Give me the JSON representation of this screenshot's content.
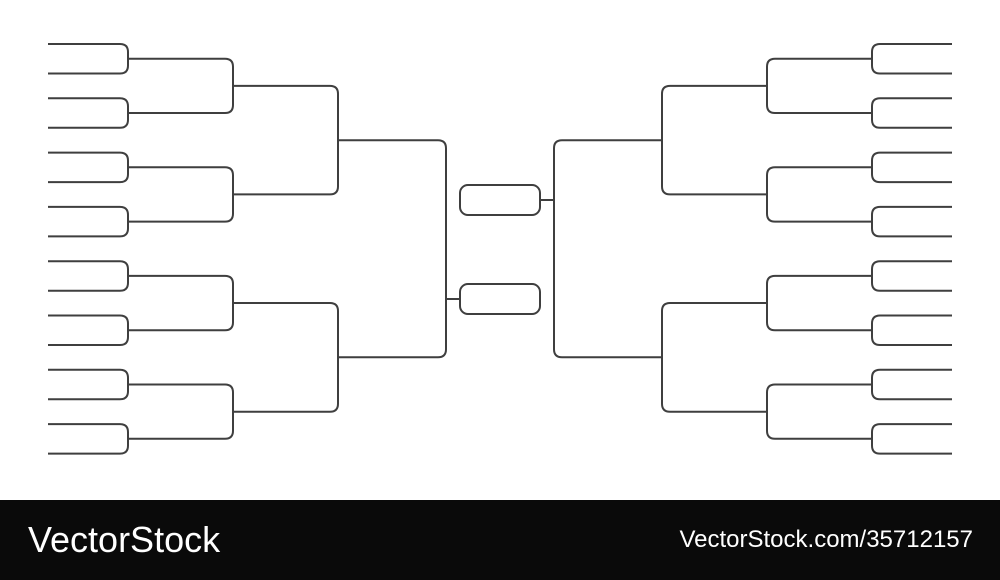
{
  "colors": {
    "background": "#ffffff",
    "bracket_stroke": "#3f3f3f",
    "bar_background": "#0a0a0a",
    "watermark_text": "#ffffff"
  },
  "bracket": {
    "type": "tournament-bracket-template",
    "orientation": "double-sided-converging-center",
    "team_line_slots_total": 32,
    "sides": [
      {
        "name": "left",
        "round1_matches": 8,
        "round2_matches": 4,
        "semifinal_matches": 2,
        "final_connectors": 1
      },
      {
        "name": "right",
        "round1_matches": 8,
        "round2_matches": 4,
        "semifinal_matches": 2,
        "final_connectors": 1
      }
    ],
    "championship_boxes": 2,
    "slot_text": ""
  },
  "watermark_bar": {
    "brand_text": "VectorStock",
    "url_text": "VectorStock.com/35712157"
  }
}
